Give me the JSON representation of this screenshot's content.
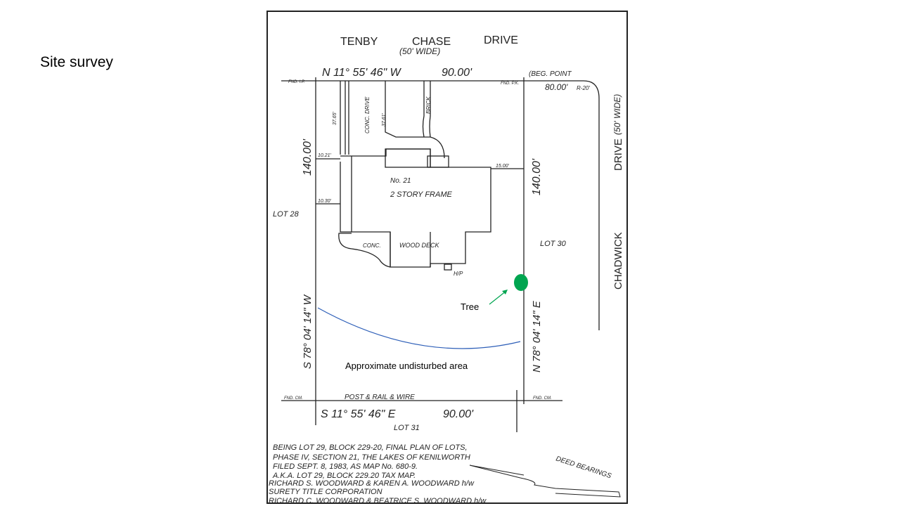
{
  "slide": {
    "title": "Site survey",
    "tree_label": "Tree",
    "area_label": "Approximate undisturbed area"
  },
  "survey": {
    "street_top": [
      "TENBY",
      "CHASE",
      "DRIVE"
    ],
    "street_top_width": "(50' WIDE)",
    "street_right": "CHADWICK",
    "street_right_drive": "DRIVE",
    "street_right_width": "(50' WIDE)",
    "north_bearing": "N 11° 55' 46\" W",
    "north_dist": "90.00'",
    "south_bearing": "S 11° 55' 46\" E",
    "south_dist": "90.00'",
    "west_bearing": "S 78° 04' 14\" W",
    "east_bearing": "N 78° 04' 14\" E",
    "west_dist": "140.00'",
    "east_dist": "140.00'",
    "beg_point": "(BEG. POINT",
    "beg_dist": "80.00'",
    "radius": "R-20'",
    "house_no": "No. 21",
    "house_desc": "2 STORY FRAME",
    "lot_left": "LOT 28",
    "lot_right": "LOT 30",
    "lot_bottom": "LOT 31",
    "fence": "POST & RAIL & WIRE",
    "conc_drive": "CONC. DRIVE",
    "brick": "BRICK",
    "conc": "CONC.",
    "deck": "WOOD DECK",
    "hp": "H/P",
    "dims": [
      "37.65'",
      "37.61'",
      "10.21'",
      "10.30'",
      "15.00'"
    ],
    "markers": [
      "FND. I.P.",
      "FND. P.K.",
      "FND. CM.",
      "FND. CM."
    ],
    "deed_bearings": "DEED BEARINGS",
    "notes": [
      "BEING LOT 29, BLOCK 229-20, FINAL PLAN OF LOTS,",
      "PHASE IV, SECTION 21, THE LAKES OF KENILWORTH",
      "FILED SEPT. 8, 1983, AS MAP No. 680-9.",
      "A.K.A. LOT 29, BLOCK 229.20 TAX MAP.",
      "RICHARD S. WOODWARD & KAREN A. WOODWARD h/w",
      "SURETY TITLE CORPORATION",
      "RICHARD C. WOODWARD & BEATRICE S. WOODWARD h/w"
    ]
  },
  "colors": {
    "tree": "#00a550",
    "arrow": "#00a550",
    "curve": "#2e5fb8"
  }
}
